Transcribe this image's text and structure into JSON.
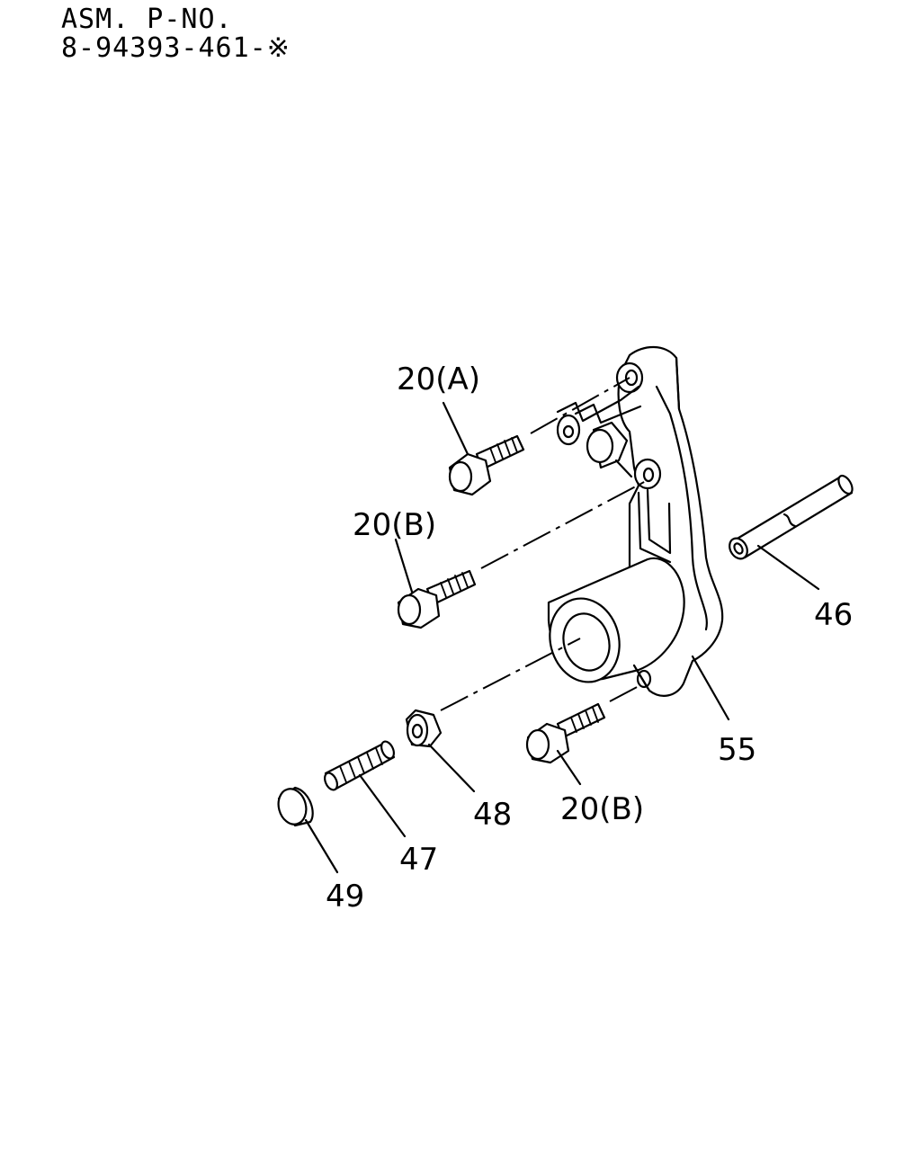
{
  "header": {
    "line1": "ASM. P-NO.",
    "line2": "8-94393-461-※"
  },
  "callouts": {
    "c20a": "20(A)",
    "c20b_upper": "20(B)",
    "c20b_lower": "20(B)",
    "c46": "46",
    "c55": "55",
    "c48": "48",
    "c47": "47",
    "c49": "49"
  }
}
